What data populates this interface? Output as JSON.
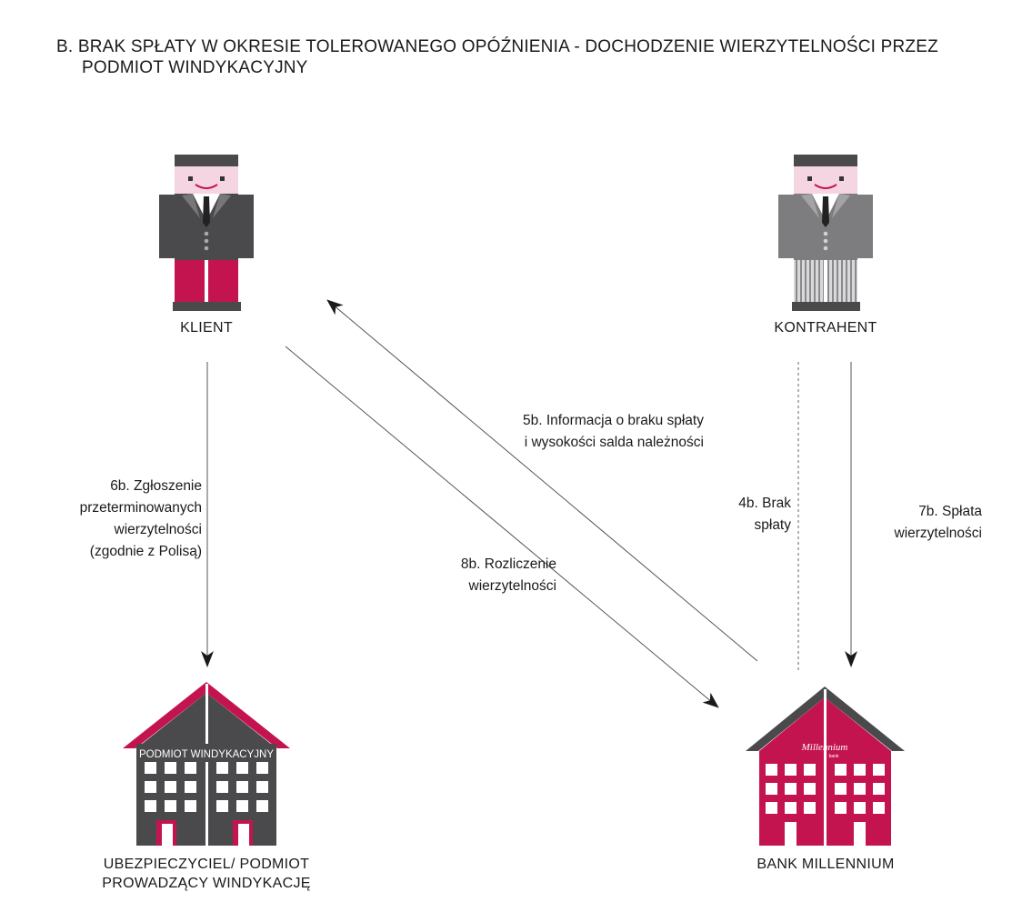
{
  "title": {
    "line1": "B.  BRAK SPŁATY W OKRESIE TOLEROWANEGO OPÓŹNIENIA - DOCHODZENIE WIERZYTELNOŚCI PRZEZ",
    "line2": "PODMIOT WINDYKACYJNY"
  },
  "actors": {
    "klient": "KLIENT",
    "kontrahent": "KONTRAHENT",
    "insurer_line1": "UBEZPIECZYCIEL/ PODMIOT",
    "insurer_line2": "PROWADZĄCY WINDYKACJĘ",
    "bank": "BANK MILLENNIUM"
  },
  "buildings": {
    "collector_sign": "PODMIOT WINDYKACYJNY",
    "bank_logo": "Millennium",
    "bank_logo_sub": "bank"
  },
  "flows": {
    "f4b": {
      "line1": "4b.  Brak",
      "line2": "spłaty"
    },
    "f5b": {
      "line1": "5b.  Informacja o braku spłaty",
      "line2": "i wysokości salda należności"
    },
    "f6b": {
      "line1": "6b.  Zgłoszenie",
      "line2": "przeterminowanych",
      "line3": "wierzytelności",
      "line4": "(zgodnie z Polisą)"
    },
    "f7b": {
      "line1": "7b.  Spłata",
      "line2": "wierzytelności"
    },
    "f8b": {
      "line1": "8b.  Rozliczenie",
      "line2": "wierzytelności"
    }
  },
  "colors": {
    "accent": "#c4144f",
    "dark": "#4a4a4c",
    "suit_grey": "#7d7d80",
    "skin": "#f6d5e2",
    "line": "#555555"
  }
}
